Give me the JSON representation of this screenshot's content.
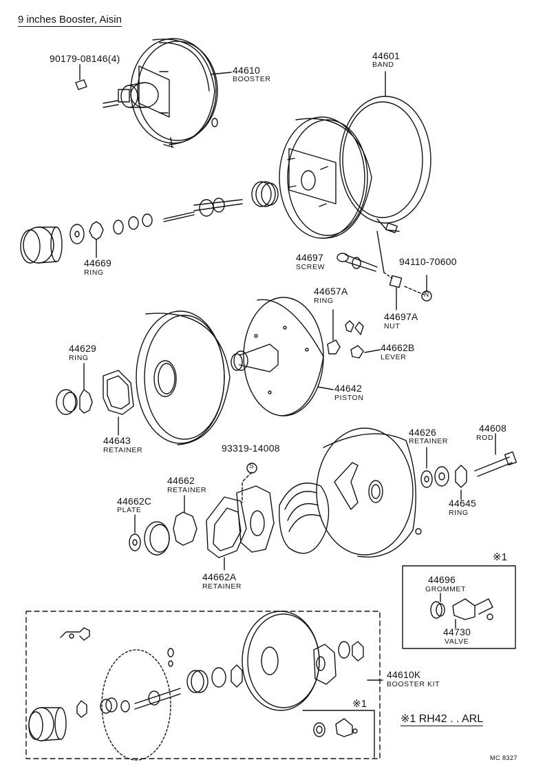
{
  "title": "9 inches Booster, Aisin",
  "parts": [
    {
      "key": "bolt",
      "number": "90179-08146(4)",
      "name": ""
    },
    {
      "key": "booster",
      "number": "44610",
      "name": "BOOSTER"
    },
    {
      "key": "band",
      "number": "44601",
      "name": "BAND"
    },
    {
      "key": "ring_44669",
      "number": "44669",
      "name": "RING"
    },
    {
      "key": "screw",
      "number": "44697",
      "name": "SCREW"
    },
    {
      "key": "n_94110",
      "number": "94110-70600",
      "name": ""
    },
    {
      "key": "nut",
      "number": "44697A",
      "name": "NUT"
    },
    {
      "key": "ring_44657a",
      "number": "44657A",
      "name": "RING"
    },
    {
      "key": "lever",
      "number": "44662B",
      "name": "LEVER"
    },
    {
      "key": "ring_44629",
      "number": "44629",
      "name": "RING"
    },
    {
      "key": "piston",
      "number": "44642",
      "name": "PISTON"
    },
    {
      "key": "retainer_44643",
      "number": "44643",
      "name": "RETAINER"
    },
    {
      "key": "s_93319",
      "number": "93319-14008",
      "name": ""
    },
    {
      "key": "retainer_44626",
      "number": "44626",
      "name": "RETAINER"
    },
    {
      "key": "rod",
      "number": "44608",
      "name": "ROD"
    },
    {
      "key": "retainer_44662",
      "number": "44662",
      "name": "RETAINER"
    },
    {
      "key": "plate",
      "number": "44662C",
      "name": "PLATE"
    },
    {
      "key": "ring_44645",
      "number": "44645",
      "name": "RING"
    },
    {
      "key": "retainer_44662a",
      "number": "44662A",
      "name": "RETAINER"
    },
    {
      "key": "grommet",
      "number": "44696",
      "name": "GROMMET"
    },
    {
      "key": "valve",
      "number": "44730",
      "name": "VALVE"
    },
    {
      "key": "kit",
      "number": "44610K",
      "name": "BOOSTER KIT"
    }
  ],
  "callout_n": "N",
  "callout_s": "S",
  "note_marker": "※1",
  "note_marker_kit": "※1",
  "footnote": "※1 RH42 . . ARL",
  "drawing_code": "MC  8327",
  "line_color": "#111111"
}
